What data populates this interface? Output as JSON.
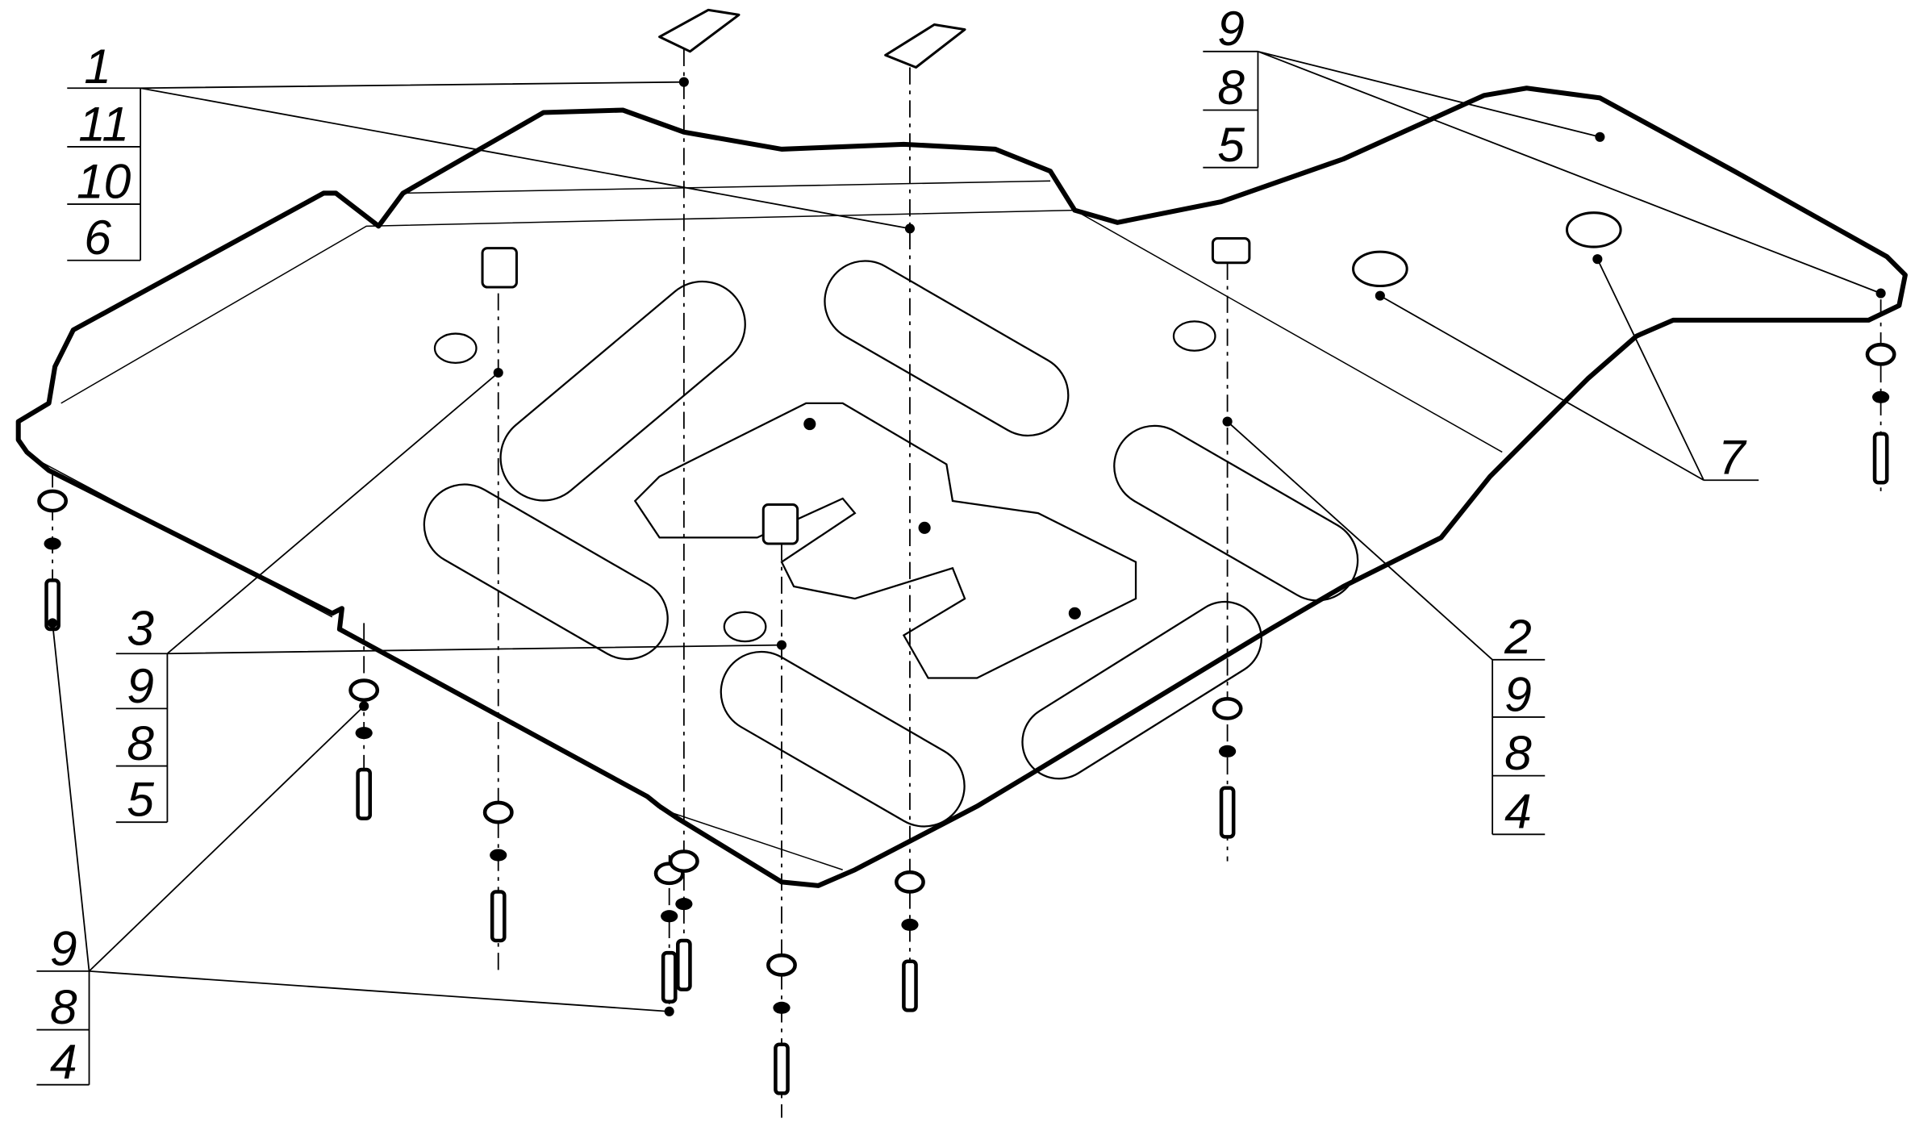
{
  "drawing": {
    "callouts": [
      {
        "id": "top-left",
        "numbers": [
          "1",
          "11",
          "10",
          "6"
        ]
      },
      {
        "id": "top-right",
        "numbers": [
          "9",
          "8",
          "5"
        ]
      },
      {
        "id": "left-middle",
        "numbers": [
          "3",
          "9",
          "8",
          "5"
        ]
      },
      {
        "id": "right-middle",
        "numbers": [
          "2",
          "9",
          "8",
          "4"
        ]
      },
      {
        "id": "plugs",
        "numbers": [
          "7"
        ]
      },
      {
        "id": "bottom-left",
        "numbers": [
          "9",
          "8",
          "4"
        ]
      }
    ]
  }
}
